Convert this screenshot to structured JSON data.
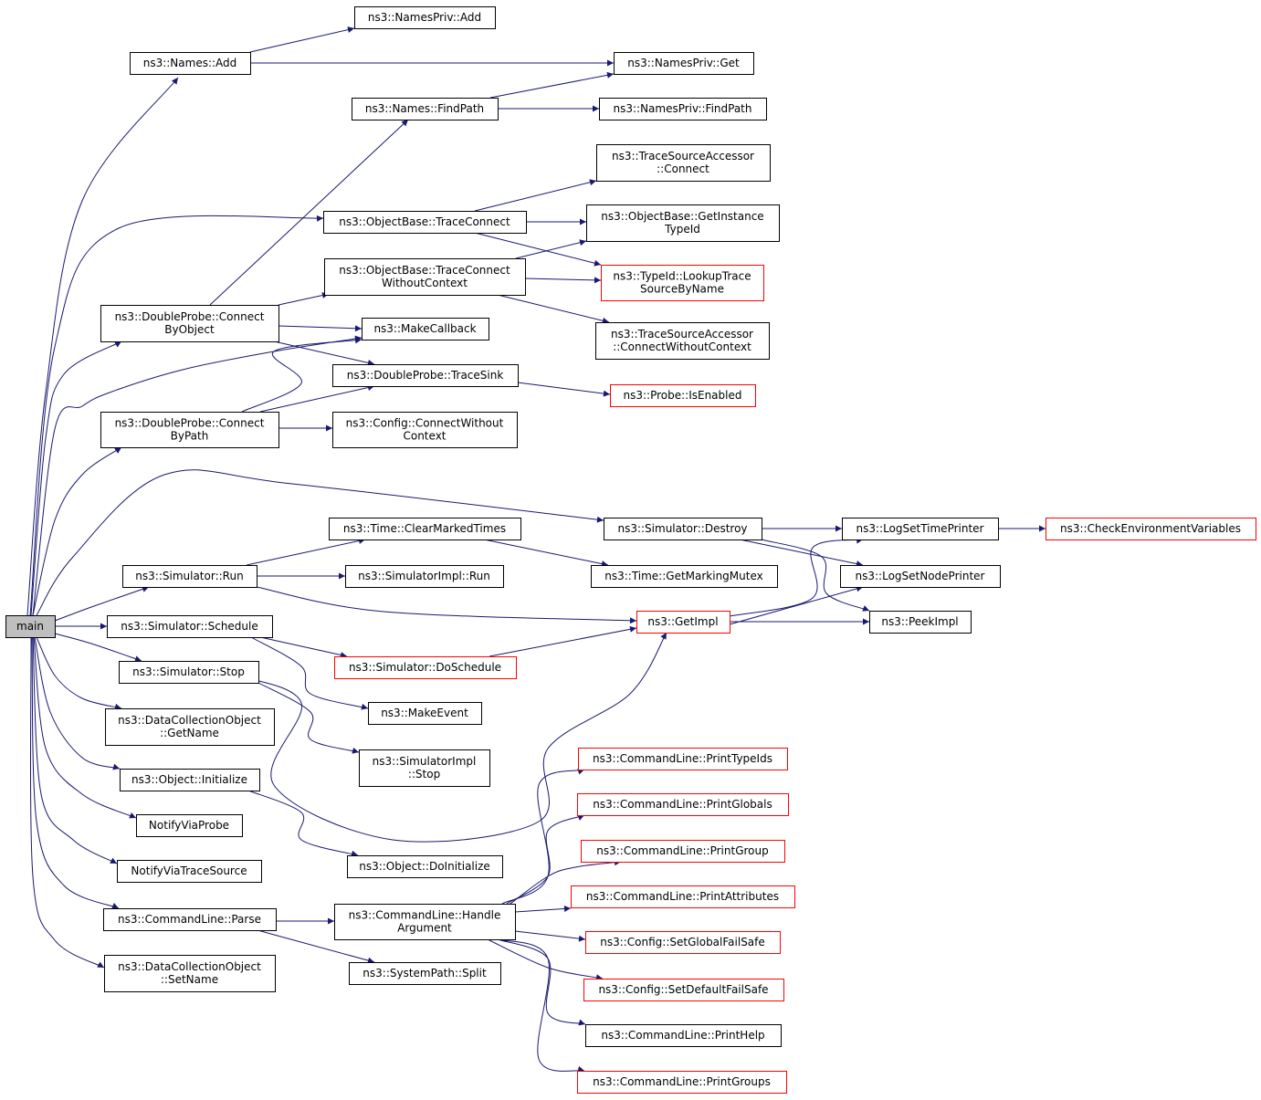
{
  "diagram": {
    "nodes": [
      {
        "id": "main",
        "lines": [
          "main"
        ]
      },
      {
        "id": "names_add",
        "lines": [
          "ns3::Names::Add"
        ]
      },
      {
        "id": "namespriv_add",
        "lines": [
          "ns3::NamesPriv::Add"
        ]
      },
      {
        "id": "namespriv_get",
        "lines": [
          "ns3::NamesPriv::Get"
        ]
      },
      {
        "id": "names_findpath",
        "lines": [
          "ns3::Names::FindPath"
        ]
      },
      {
        "id": "namespriv_findpath",
        "lines": [
          "ns3::NamesPriv::FindPath"
        ]
      },
      {
        "id": "tsa_connect",
        "lines": [
          "ns3::TraceSourceAccessor",
          "::Connect"
        ]
      },
      {
        "id": "ob_traceconnect",
        "lines": [
          "ns3::ObjectBase::TraceConnect"
        ]
      },
      {
        "id": "ob_getinstancetypeid",
        "lines": [
          "ns3::ObjectBase::GetInstance",
          "TypeId"
        ]
      },
      {
        "id": "ob_traceconnectwc",
        "lines": [
          "ns3::ObjectBase::TraceConnect",
          "WithoutContext"
        ]
      },
      {
        "id": "typeid_lookup",
        "lines": [
          "ns3::TypeId::LookupTrace",
          "SourceByName"
        ],
        "red": true
      },
      {
        "id": "dp_connectbyobject",
        "lines": [
          "ns3::DoubleProbe::Connect",
          "ByObject"
        ]
      },
      {
        "id": "makecallback",
        "lines": [
          "ns3::MakeCallback"
        ]
      },
      {
        "id": "tsa_connectwc",
        "lines": [
          "ns3::TraceSourceAccessor",
          "::ConnectWithoutContext"
        ]
      },
      {
        "id": "dp_tracesink",
        "lines": [
          "ns3::DoubleProbe::TraceSink"
        ]
      },
      {
        "id": "probe_isenabled",
        "lines": [
          "ns3::Probe::IsEnabled"
        ],
        "red": true
      },
      {
        "id": "dp_connectbypath",
        "lines": [
          "ns3::DoubleProbe::Connect",
          "ByPath"
        ]
      },
      {
        "id": "config_connectwc",
        "lines": [
          "ns3::Config::ConnectWithout",
          "Context"
        ]
      },
      {
        "id": "sim_destroy",
        "lines": [
          "ns3::Simulator::Destroy"
        ]
      },
      {
        "id": "logsettimeprinter",
        "lines": [
          "ns3::LogSetTimePrinter"
        ]
      },
      {
        "id": "checkenv",
        "lines": [
          "ns3::CheckEnvironmentVariables"
        ],
        "red": true
      },
      {
        "id": "time_clearmarked",
        "lines": [
          "ns3::Time::ClearMarkedTimes"
        ]
      },
      {
        "id": "sim_run",
        "lines": [
          "ns3::Simulator::Run"
        ]
      },
      {
        "id": "simimpl_run",
        "lines": [
          "ns3::SimulatorImpl::Run"
        ]
      },
      {
        "id": "time_getmarkingmutex",
        "lines": [
          "ns3::Time::GetMarkingMutex"
        ]
      },
      {
        "id": "logsetnodeprinter",
        "lines": [
          "ns3::LogSetNodePrinter"
        ]
      },
      {
        "id": "getimpl",
        "lines": [
          "ns3::GetImpl"
        ],
        "red": true
      },
      {
        "id": "peekimpl",
        "lines": [
          "ns3::PeekImpl"
        ]
      },
      {
        "id": "sim_schedule",
        "lines": [
          "ns3::Simulator::Schedule"
        ]
      },
      {
        "id": "sim_doschedule",
        "lines": [
          "ns3::Simulator::DoSchedule"
        ],
        "red": true
      },
      {
        "id": "sim_stop",
        "lines": [
          "ns3::Simulator::Stop"
        ]
      },
      {
        "id": "makeevent",
        "lines": [
          "ns3::MakeEvent"
        ]
      },
      {
        "id": "dco_getname",
        "lines": [
          "ns3::DataCollectionObject",
          "::GetName"
        ]
      },
      {
        "id": "simimpl_stop",
        "lines": [
          "ns3::SimulatorImpl",
          "::Stop"
        ]
      },
      {
        "id": "cl_printtypeids",
        "lines": [
          "ns3::CommandLine::PrintTypeIds"
        ],
        "red": true
      },
      {
        "id": "obj_initialize",
        "lines": [
          "ns3::Object::Initialize"
        ]
      },
      {
        "id": "cl_printglobals",
        "lines": [
          "ns3::CommandLine::PrintGlobals"
        ],
        "red": true
      },
      {
        "id": "notifyviaprobe",
        "lines": [
          "NotifyViaProbe"
        ]
      },
      {
        "id": "cl_printgroup",
        "lines": [
          "ns3::CommandLine::PrintGroup"
        ],
        "red": true
      },
      {
        "id": "obj_doinitialize",
        "lines": [
          "ns3::Object::DoInitialize"
        ]
      },
      {
        "id": "notifyviatracesource",
        "lines": [
          "NotifyViaTraceSource"
        ]
      },
      {
        "id": "cl_printattributes",
        "lines": [
          "ns3::CommandLine::PrintAttributes"
        ],
        "red": true
      },
      {
        "id": "cl_parse",
        "lines": [
          "ns3::CommandLine::Parse"
        ]
      },
      {
        "id": "cl_handleargument",
        "lines": [
          "ns3::CommandLine::Handle",
          "Argument"
        ]
      },
      {
        "id": "config_setglobalfailsafe",
        "lines": [
          "ns3::Config::SetGlobalFailSafe"
        ],
        "red": true
      },
      {
        "id": "dco_setname",
        "lines": [
          "ns3::DataCollectionObject",
          "::SetName"
        ]
      },
      {
        "id": "systempath_split",
        "lines": [
          "ns3::SystemPath::Split"
        ]
      },
      {
        "id": "config_setdefaultfailsafe",
        "lines": [
          "ns3::Config::SetDefaultFailSafe"
        ],
        "red": true
      },
      {
        "id": "cl_printhelp",
        "lines": [
          "ns3::CommandLine::PrintHelp"
        ]
      },
      {
        "id": "cl_printgroups",
        "lines": [
          "ns3::CommandLine::PrintGroups"
        ],
        "red": true
      }
    ],
    "edges": [
      {
        "from": "main",
        "to": "names_add"
      },
      {
        "from": "main",
        "to": "ob_traceconnect"
      },
      {
        "from": "main",
        "to": "dp_connectbyobject"
      },
      {
        "from": "main",
        "to": "makecallback"
      },
      {
        "from": "main",
        "to": "dp_connectbypath"
      },
      {
        "from": "main",
        "to": "sim_destroy"
      },
      {
        "from": "main",
        "to": "sim_run"
      },
      {
        "from": "main",
        "to": "sim_schedule"
      },
      {
        "from": "main",
        "to": "sim_stop"
      },
      {
        "from": "main",
        "to": "dco_getname"
      },
      {
        "from": "main",
        "to": "obj_initialize"
      },
      {
        "from": "main",
        "to": "notifyviaprobe"
      },
      {
        "from": "main",
        "to": "notifyviatracesource"
      },
      {
        "from": "main",
        "to": "cl_parse"
      },
      {
        "from": "main",
        "to": "dco_setname"
      },
      {
        "from": "names_add",
        "to": "namespriv_add"
      },
      {
        "from": "names_add",
        "to": "namespriv_get"
      },
      {
        "from": "names_findpath",
        "to": "namespriv_get"
      },
      {
        "from": "names_findpath",
        "to": "namespriv_findpath"
      },
      {
        "from": "ob_traceconnect",
        "to": "tsa_connect"
      },
      {
        "from": "ob_traceconnect",
        "to": "ob_getinstancetypeid"
      },
      {
        "from": "ob_traceconnect",
        "to": "typeid_lookup"
      },
      {
        "from": "ob_traceconnectwc",
        "to": "ob_getinstancetypeid"
      },
      {
        "from": "ob_traceconnectwc",
        "to": "typeid_lookup"
      },
      {
        "from": "ob_traceconnectwc",
        "to": "tsa_connectwc"
      },
      {
        "from": "dp_connectbyobject",
        "to": "names_findpath"
      },
      {
        "from": "dp_connectbyobject",
        "to": "ob_traceconnectwc"
      },
      {
        "from": "dp_connectbyobject",
        "to": "makecallback"
      },
      {
        "from": "dp_connectbyobject",
        "to": "dp_tracesink"
      },
      {
        "from": "dp_tracesink",
        "to": "probe_isenabled"
      },
      {
        "from": "dp_connectbypath",
        "to": "makecallback"
      },
      {
        "from": "dp_connectbypath",
        "to": "dp_tracesink"
      },
      {
        "from": "dp_connectbypath",
        "to": "config_connectwc"
      },
      {
        "from": "sim_destroy",
        "to": "logsettimeprinter"
      },
      {
        "from": "sim_destroy",
        "to": "logsetnodeprinter"
      },
      {
        "from": "sim_destroy",
        "to": "peekimpl"
      },
      {
        "from": "logsettimeprinter",
        "to": "checkenv"
      },
      {
        "from": "sim_run",
        "to": "time_clearmarked"
      },
      {
        "from": "sim_run",
        "to": "simimpl_run"
      },
      {
        "from": "sim_run",
        "to": "getimpl"
      },
      {
        "from": "time_clearmarked",
        "to": "time_getmarkingmutex"
      },
      {
        "from": "getimpl",
        "to": "logsettimeprinter"
      },
      {
        "from": "getimpl",
        "to": "logsetnodeprinter"
      },
      {
        "from": "getimpl",
        "to": "peekimpl"
      },
      {
        "from": "sim_schedule",
        "to": "sim_doschedule"
      },
      {
        "from": "sim_schedule",
        "to": "makeevent"
      },
      {
        "from": "sim_doschedule",
        "to": "getimpl"
      },
      {
        "from": "sim_stop",
        "to": "simimpl_stop"
      },
      {
        "from": "sim_stop",
        "to": "getimpl"
      },
      {
        "from": "obj_initialize",
        "to": "obj_doinitialize"
      },
      {
        "from": "cl_parse",
        "to": "cl_handleargument"
      },
      {
        "from": "cl_parse",
        "to": "systempath_split"
      },
      {
        "from": "cl_handleargument",
        "to": "cl_printtypeids"
      },
      {
        "from": "cl_handleargument",
        "to": "cl_printglobals"
      },
      {
        "from": "cl_handleargument",
        "to": "cl_printgroup"
      },
      {
        "from": "cl_handleargument",
        "to": "cl_printattributes"
      },
      {
        "from": "cl_handleargument",
        "to": "config_setglobalfailsafe"
      },
      {
        "from": "cl_handleargument",
        "to": "config_setdefaultfailsafe"
      },
      {
        "from": "cl_handleargument",
        "to": "cl_printhelp"
      },
      {
        "from": "cl_handleargument",
        "to": "cl_printgroups"
      }
    ]
  }
}
